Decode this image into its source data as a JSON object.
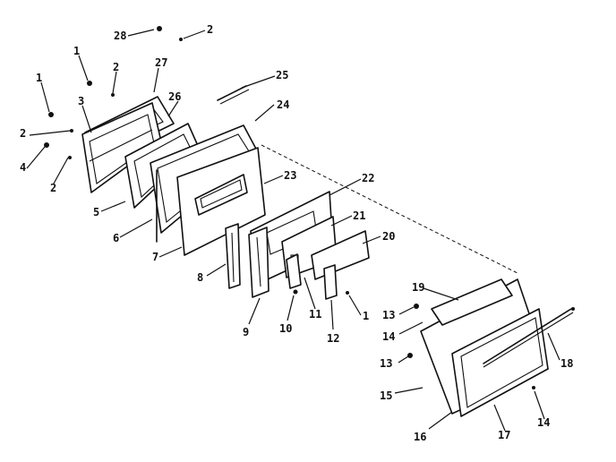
{
  "callouts": {
    "c1a": "28",
    "c1b": "2",
    "c2a": "1",
    "c2b": "2",
    "c2c": "27",
    "c3a": "1",
    "c3b": "3",
    "c3c": "26",
    "c3d": "24",
    "c3e": "25",
    "c4a": "2",
    "c4b": "4",
    "c4c": "2",
    "c5a": "5",
    "c5b": "6",
    "c5c": "23",
    "c5d": "22",
    "c5e": "21",
    "c5f": "20",
    "c6a": "7",
    "c6b": "8",
    "c6c": "9",
    "c6d": "10",
    "c6e": "11",
    "c6f": "12",
    "c6g": "1",
    "c7a": "19",
    "c7b": "13",
    "c7c": "14",
    "c7d": "13",
    "c7e": "15",
    "c7f": "16",
    "c7g": "17",
    "c7h": "14",
    "c7i": "18"
  }
}
